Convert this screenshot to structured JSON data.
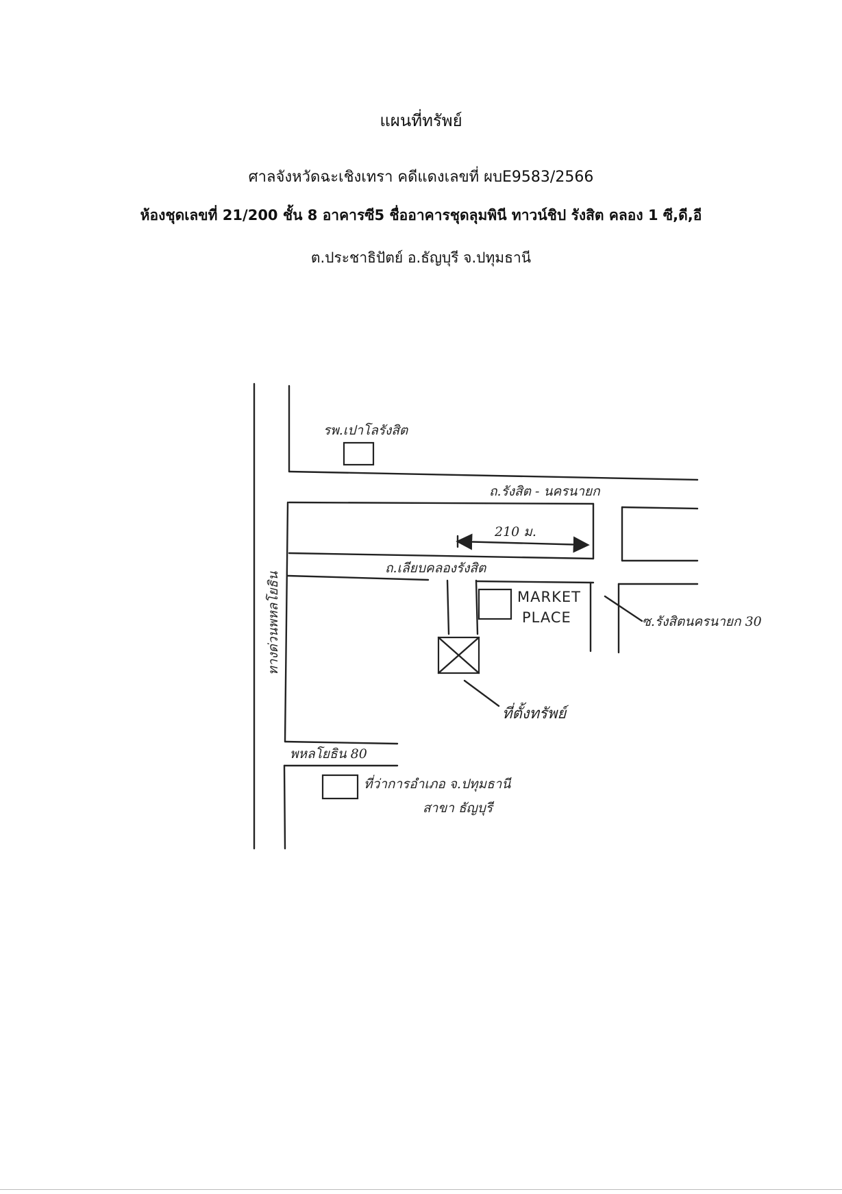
{
  "header": {
    "title": "แผนที่ทรัพย์",
    "court_line": "ศาลจังหวัดฉะเชิงเทรา  คดีแดงเลขที่ ผบE9583/2566",
    "unit_line": "ห้องชุดเลขที่ 21/200 ชั้น 8 อาคารซี5 ชื่ออาคารชุดลุมพินี ทาวน์ชิป รังสิต คลอง 1 ซี,ดี,อี",
    "area_line": "ต.ประชาธิปัตย์   อ.ธัญบุรี   จ.ปทุมธานี"
  },
  "map": {
    "hospital_label": "รพ.เปาโลรังสิต",
    "road_top_label": "ถ.รังสิต - นครนายก",
    "distance_label": "210 ม.",
    "road_middle_label": "ถ.เลียบคลองรังสิต",
    "main_road_label": "ทางด่วนพหลโยธิน",
    "market_line1": "MARKET",
    "market_line2": "PLACE",
    "soi_label": "ซ.รังสิตนครนายก 30",
    "property_label": "ที่ตั้งทรัพย์",
    "soi_bottom_label": "พหลโยธิน 80",
    "office_line1": "ที่ว่าการอำเภอ จ.ปทุมธานี",
    "office_line2": "สาขา ธัญบุรี"
  }
}
